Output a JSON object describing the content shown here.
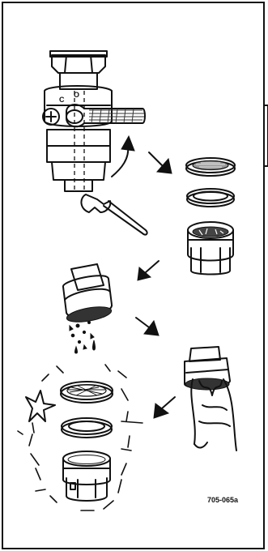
{
  "figure": {
    "reference_code": "705-065a",
    "valve_markings": {
      "closed": "C",
      "open": "O"
    }
  }
}
